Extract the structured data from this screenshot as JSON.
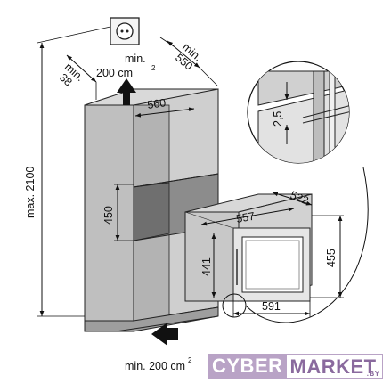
{
  "dimensions": {
    "min_38_a": "min.",
    "min_38_b": "38",
    "vent_top_a": "min.",
    "vent_top_b": "200 cm",
    "vent_top_sup": "2",
    "min_550_a": "min.",
    "min_550_b": "550",
    "width_560": "560",
    "niche_450": "450",
    "max_height": "max. 2100",
    "depth_522": "522",
    "width_557": "557",
    "height_441": "441",
    "height_455": "455",
    "width_591": "591",
    "gap_25": "2,5",
    "vent_bottom": "min. 200 cm",
    "vent_bottom_sup": "2"
  },
  "brand": {
    "cyber": "CYBER",
    "market": "MARKET",
    "tld": ".BY"
  }
}
